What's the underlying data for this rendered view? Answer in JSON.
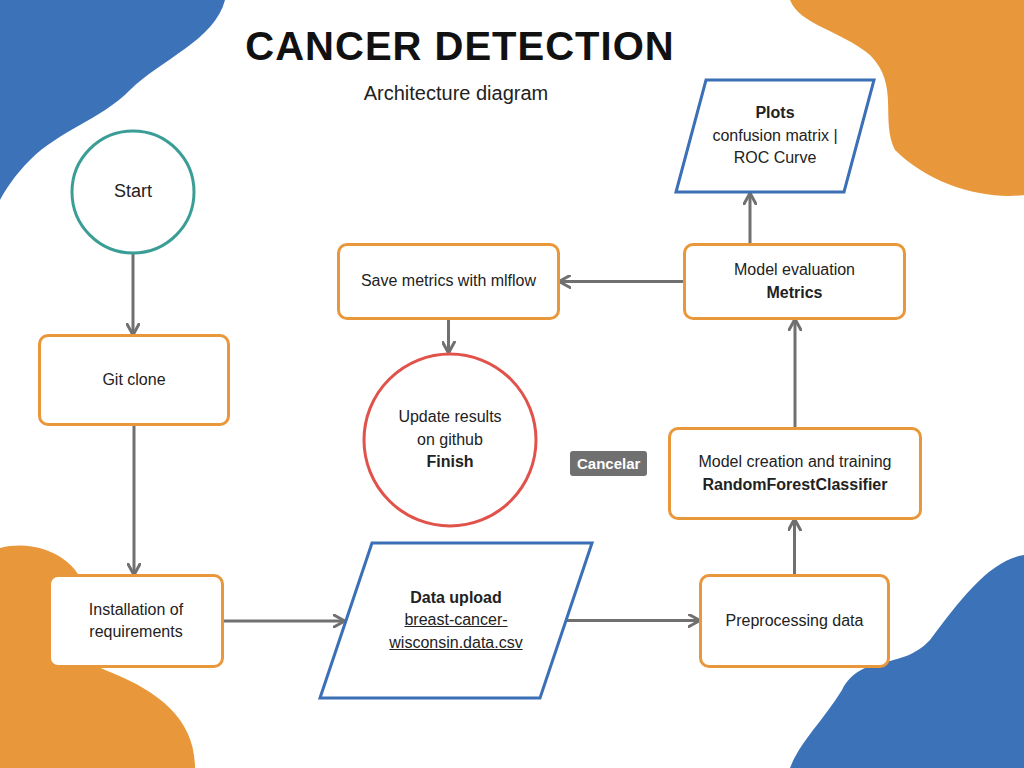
{
  "diagram": {
    "title": "CANCER DETECTION",
    "nodes": [
      {
        "text": [
          "Start"
        ]
      },
      {
        "text": [
          "Git clone"
        ]
      },
      {
        "text": [
          "Installation of requirements"
        ]
      },
      {
        "text": [
          "Data upload",
          "breast-cancer-wisconsin.data.csv"
        ]
      },
      {
        "text": [
          "Preprocessing data"
        ]
      },
      {
        "text": [
          "Model creation and training",
          "RandomForestClassifier"
        ]
      },
      {
        "text": [
          "Model evaluation",
          "Metrics"
        ]
      },
      {
        "text": [
          "Plots",
          "confusion matrix | ROC Curve"
        ]
      },
      {
        "text": [
          "Save metrics with mlflow"
        ]
      },
      {
        "text": [
          "Update results on github",
          "Finish"
        ]
      }
    ],
    "edges": [
      {
        "from": 0,
        "to": 1,
        "arrow": "to"
      },
      {
        "from": 1,
        "to": 2,
        "arrow": "to"
      },
      {
        "from": 2,
        "to": 3,
        "arrow": "to"
      },
      {
        "from": 3,
        "to": 4,
        "arrow": "to"
      },
      {
        "from": 4,
        "to": 5,
        "arrow": "to"
      },
      {
        "from": 5,
        "to": 6,
        "arrow": "to"
      },
      {
        "from": 6,
        "to": 7,
        "arrow": "to"
      },
      {
        "from": 6,
        "to": 8,
        "arrow": "to"
      },
      {
        "from": 8,
        "to": 9,
        "arrow": "to"
      }
    ],
    "labels": [
      "Architecture diagram",
      "Cancelar"
    ]
  }
}
